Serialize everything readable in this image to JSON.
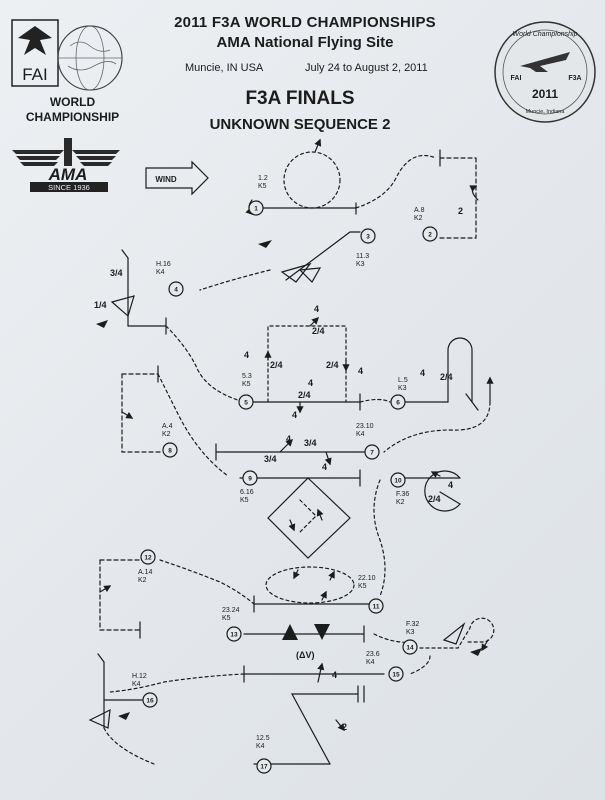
{
  "header": {
    "line1": "2011 F3A WORLD CHAMPIONSHIPS",
    "line2": "AMA National Flying Site",
    "location": "Muncie, IN  USA",
    "dates": "July 24 to August 2, 2011",
    "title": "F3A FINALS",
    "subtitle": "UNKNOWN SEQUENCE  2"
  },
  "fai_logo": {
    "text": "FAI",
    "caption_line1": "WORLD",
    "caption_line2": "CHAMPIONSHIP"
  },
  "ama_logo": {
    "text": "AMA",
    "since": "SINCE 1936"
  },
  "seal": {
    "top": "World Championship",
    "left": "FAI",
    "right": "F3A",
    "year": "2011",
    "bottom": "Muncie, Indiana"
  },
  "wind": {
    "label": "WIND"
  },
  "maneuvers": [
    {
      "n": "1",
      "code": "1.2",
      "k": "K5"
    },
    {
      "n": "2",
      "code": "A.8",
      "k": "K2"
    },
    {
      "n": "3",
      "code": "11.3",
      "k": "K3"
    },
    {
      "n": "4",
      "code": "H.16",
      "k": "K4"
    },
    {
      "n": "5",
      "code": "5.3",
      "k": "K5"
    },
    {
      "n": "6",
      "code": "L.5",
      "k": "K3"
    },
    {
      "n": "7",
      "code": "23.10",
      "k": "K4"
    },
    {
      "n": "8",
      "code": "A.4",
      "k": "K2"
    },
    {
      "n": "9",
      "code": "6.16",
      "k": "K5"
    },
    {
      "n": "10",
      "code": "F.36",
      "k": "K2"
    },
    {
      "n": "11",
      "code": "22.10",
      "k": "K5"
    },
    {
      "n": "12",
      "code": "A.14",
      "k": "K2"
    },
    {
      "n": "13",
      "code": "23.24",
      "k": "K5"
    },
    {
      "n": "14",
      "code": "F.32",
      "k": "K3"
    },
    {
      "n": "15",
      "code": "23.6",
      "k": "K4"
    },
    {
      "n": "16",
      "code": "H.12",
      "k": "K4"
    },
    {
      "n": "17",
      "code": "12.5",
      "k": "K4"
    }
  ],
  "roll_marks": {
    "m2": "2",
    "m4_top": "3/4",
    "m4_bottom": "1/4",
    "m5_a": "2/4",
    "m5_b": "4",
    "m5_c": "2/4",
    "m5_d": "4",
    "m5_e": "2/4",
    "m5_f": "4",
    "m5_g": "4",
    "m5_h": "2/4",
    "m5_i": "4",
    "m6_a": "4",
    "m6_b": "2/4",
    "m7_a": "4",
    "m7_b": "3/4",
    "m7_c": "3/4",
    "m7_d": "4",
    "m10_a": "4",
    "m10_b": "2/4",
    "m13_label": "(ΔV)",
    "m15": "4",
    "m17": "2"
  }
}
